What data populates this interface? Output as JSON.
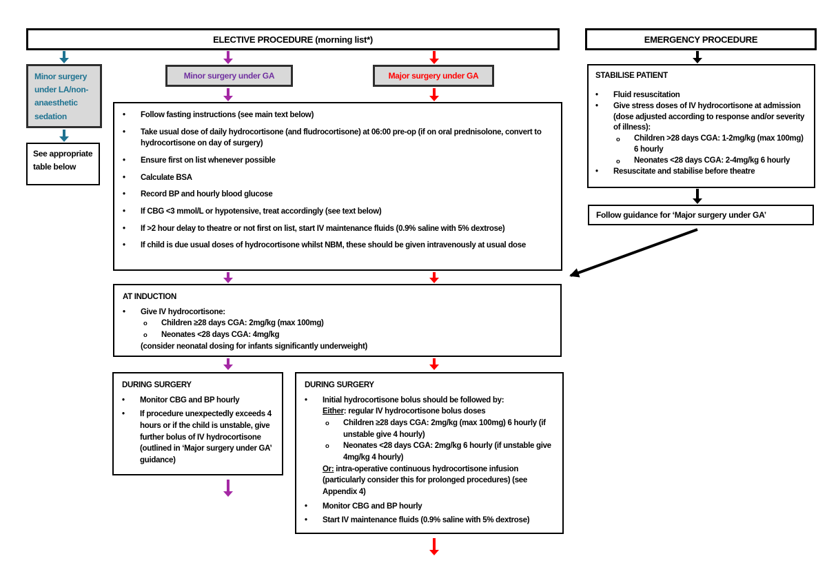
{
  "colors": {
    "teal": "#1F7391",
    "purple_arrow": "#A428A4",
    "purple_text": "#7030A0",
    "red": "#FF0000",
    "box_fill_gray": "#D9D9D9"
  },
  "headers": {
    "elective": "ELECTIVE PROCEDURE (morning list*)",
    "emergency": "EMERGENCY PROCEDURE"
  },
  "branches": {
    "minor_la": "Minor surgery under LA/non-anaesthetic sedation",
    "see_table": "See appropriate table below",
    "minor_ga": "Minor surgery under GA",
    "major_ga": "Major surgery under GA"
  },
  "pre_op": {
    "bullets": [
      "Follow fasting instructions (see main text below)",
      "Take usual dose of daily hydrocortisone (and fludrocortisone) at 06:00 pre-op (if on oral prednisolone, convert to hydrocortisone on day of surgery)",
      "Ensure first on list whenever possible",
      "Calculate BSA",
      "Record BP and hourly blood glucose",
      "If CBG <3 mmol/L or hypotensive, treat accordingly (see text below)",
      "If >2 hour delay to theatre or not first on list, start IV maintenance fluids (0.9% saline with 5% dextrose)",
      "If child is due usual doses of hydrocortisone whilst NBM, these should be given intravenously at usual dose"
    ]
  },
  "at_induction": {
    "title": "AT INDUCTION",
    "bullet": "Give IV hydrocortisone:",
    "sub_bullets": [
      "Children ≥28 days CGA: 2mg/kg (max 100mg)",
      "Neonates <28 days CGA: 4mg/kg"
    ],
    "note": "(consider neonatal dosing for infants significantly underweight)"
  },
  "during_minor": {
    "title": "DURING SURGERY",
    "bullets": [
      "Monitor CBG and BP hourly",
      "If procedure unexpectedly exceeds 4 hours or if the child is unstable, give further bolus of IV hydrocortisone (outlined in ‘Major surgery under GA’ guidance)"
    ]
  },
  "during_major": {
    "title": "DURING SURGERY",
    "bullet1_intro": "Initial hydrocortisone bolus should be followed by:",
    "either_label": "Either",
    "either_rest": ": regular IV hydrocortisone bolus doses",
    "sub_bullets": [
      "Children ≥28 days CGA: 2mg/kg (max 100mg) 6 hourly (if unstable give 4 hourly)",
      "Neonates <28 days CGA: 2mg/kg 6 hourly (if unstable give 4mg/kg 4 hourly)"
    ],
    "or_label": "Or:",
    "or_rest": " intra-operative continuous hydrocortisone infusion (particularly consider this for prolonged procedures) (see Appendix 4)",
    "bullet2": "Monitor CBG and BP hourly",
    "bullet3": "Start IV maintenance fluids (0.9% saline with 5% dextrose)"
  },
  "emergency_flow": {
    "stabilise_title": "STABILISE PATIENT",
    "bullet1": "Fluid resuscitation",
    "bullet2": "Give stress doses of IV hydrocortisone at admission (dose adjusted according to response and/or severity of illness):",
    "sub_bullets": [
      "Children >28 days CGA: 1-2mg/kg (max 100mg) 6 hourly",
      "Neonates <28 days CGA: 2-4mg/kg 6 hourly"
    ],
    "bullet3": "Resuscitate and stabilise before theatre",
    "follow_guidance": "Follow guidance for ‘Major surgery under GA’"
  }
}
